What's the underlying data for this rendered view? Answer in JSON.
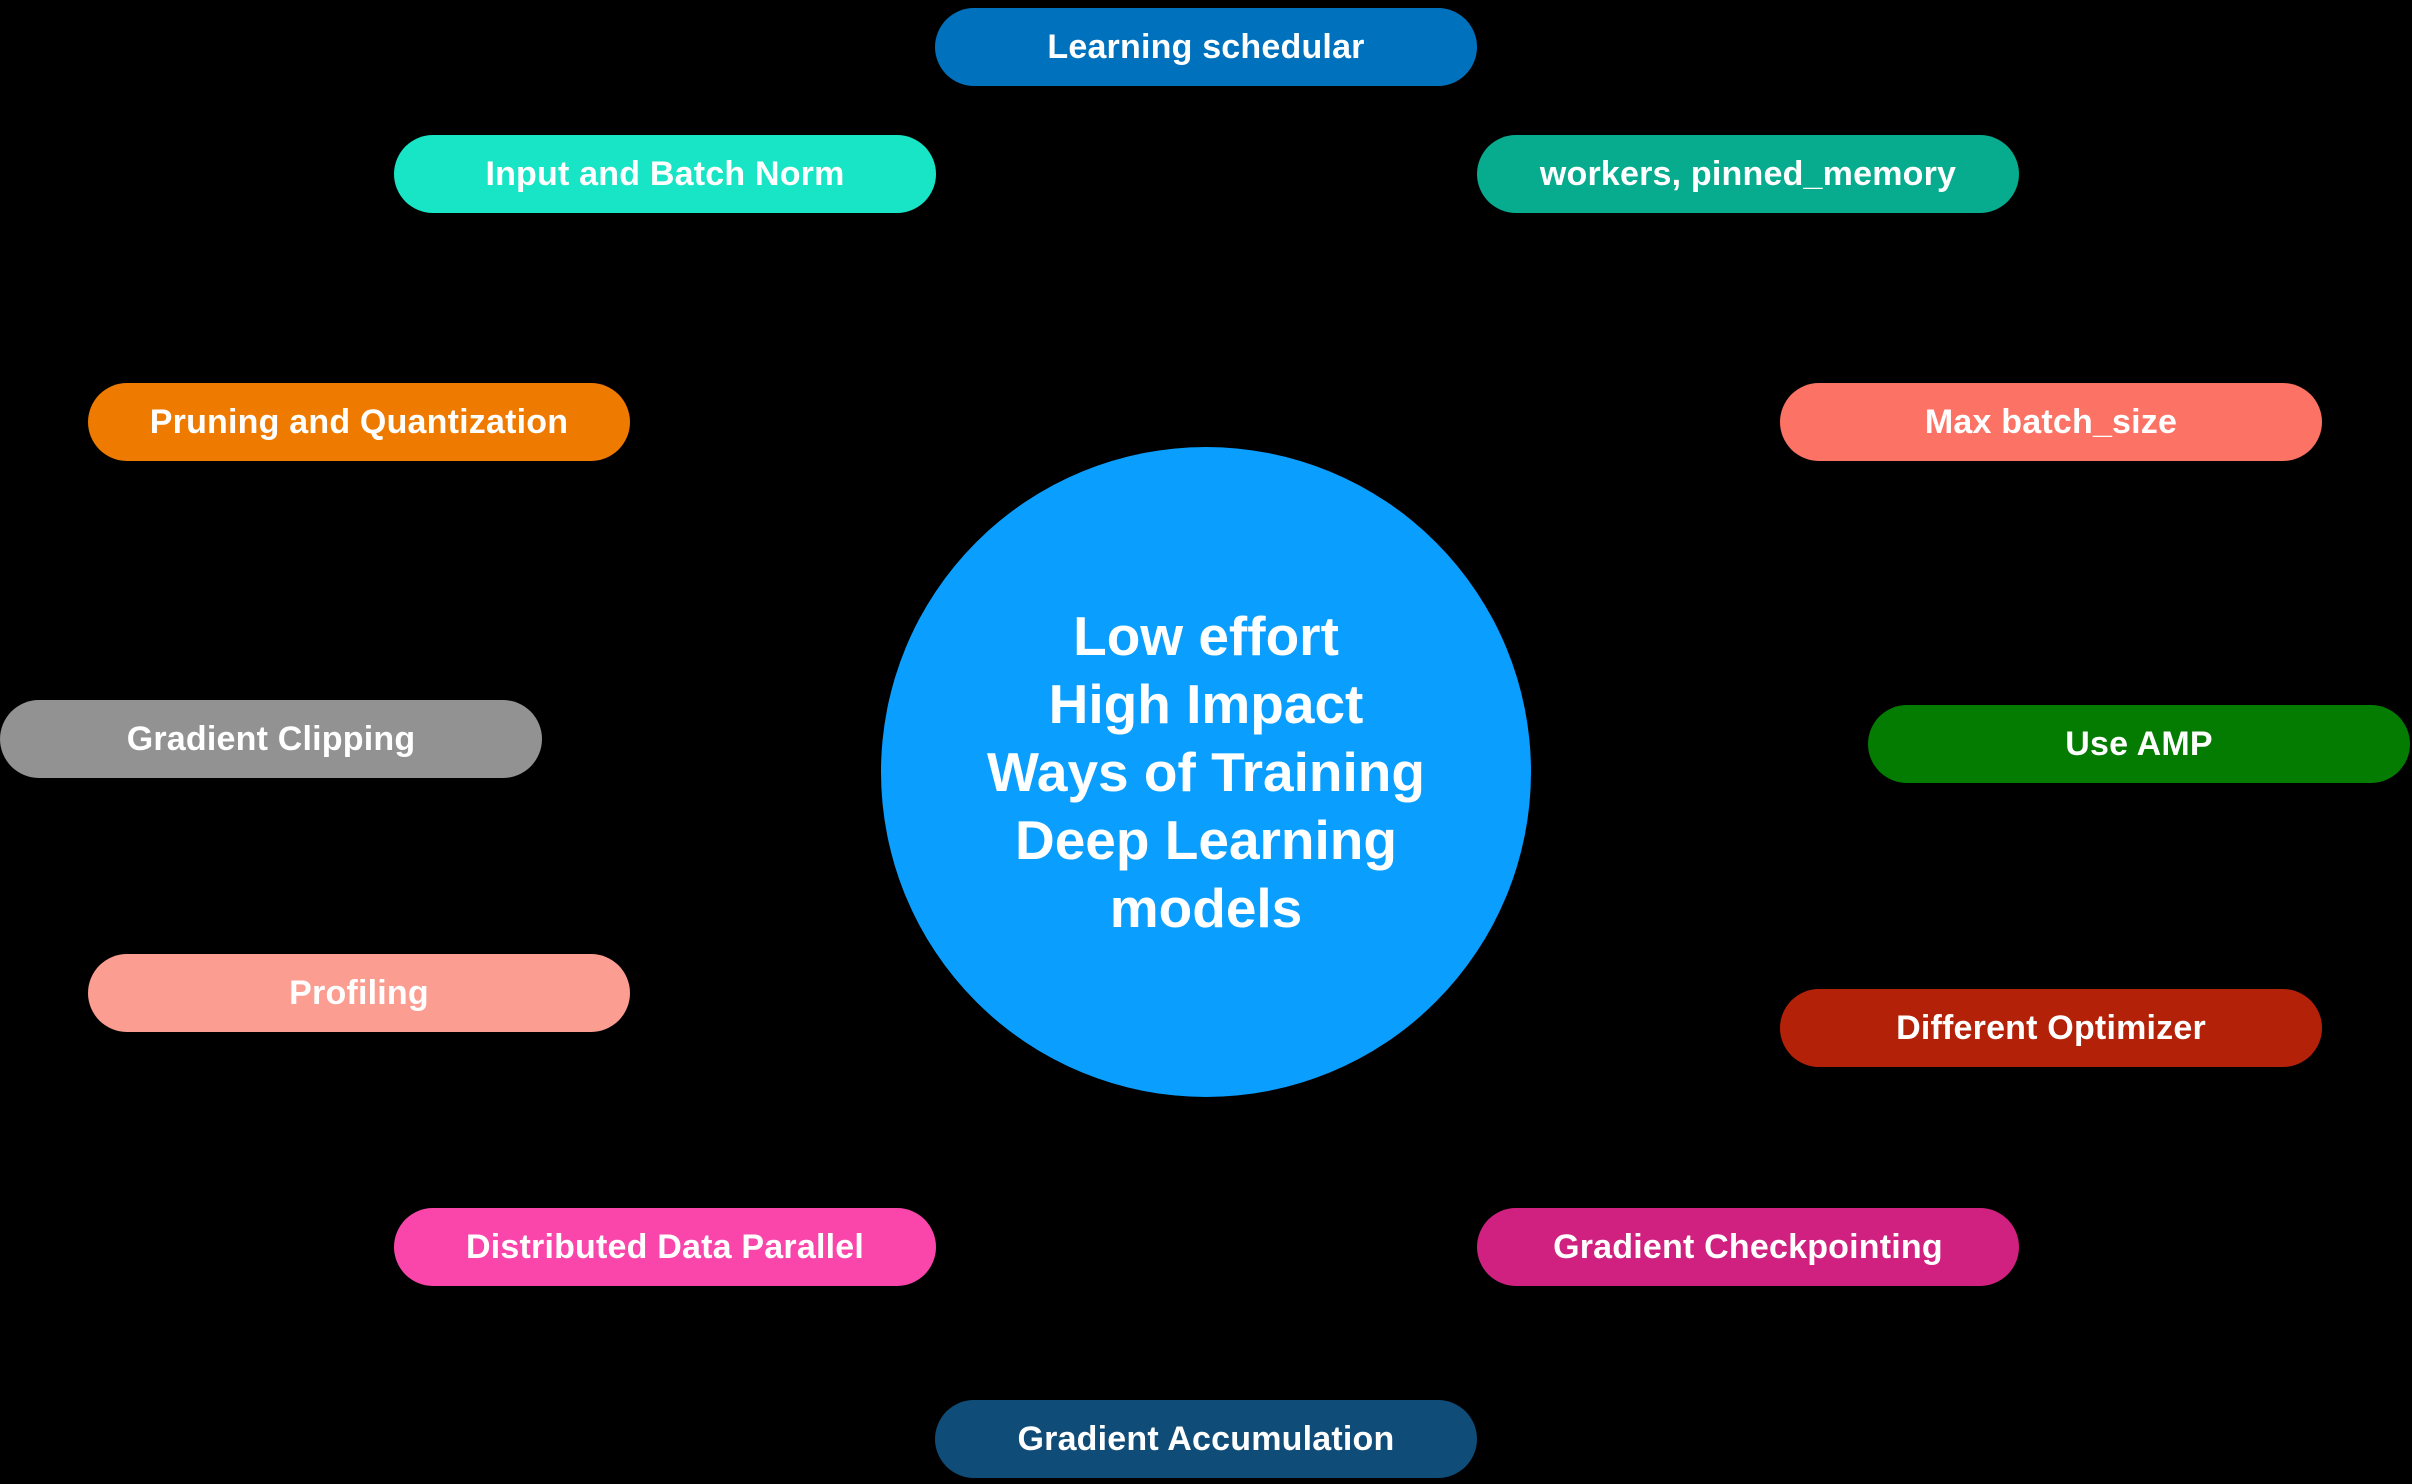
{
  "background": "#000000",
  "center": {
    "color": "#0a9fff",
    "lines": [
      "Low effort",
      "High Impact",
      "Ways of Training",
      "Deep Learning",
      "models"
    ]
  },
  "nodes": [
    {
      "label": "Learning schedular",
      "color": "#0071bc"
    },
    {
      "label": "Input and Batch Norm",
      "color": "#18e5c5"
    },
    {
      "label": "workers, pinned_memory",
      "color": "#07ab8e"
    },
    {
      "label": "Pruning and Quantization",
      "color": "#ee7a00"
    },
    {
      "label": "Max batch_size",
      "color": "#fc7265"
    },
    {
      "label": "Gradient Clipping",
      "color": "#929292"
    },
    {
      "label": "Use AMP",
      "color": "#047c02"
    },
    {
      "label": "Profiling",
      "color": "#fb9d90"
    },
    {
      "label": "Different Optimizer",
      "color": "#b42109"
    },
    {
      "label": "Distributed Data Parallel",
      "color": "#fa46ab"
    },
    {
      "label": "Gradient Checkpointing",
      "color": "#d02180"
    },
    {
      "label": "Gradient Accumulation",
      "color": "#0f4c77"
    }
  ]
}
